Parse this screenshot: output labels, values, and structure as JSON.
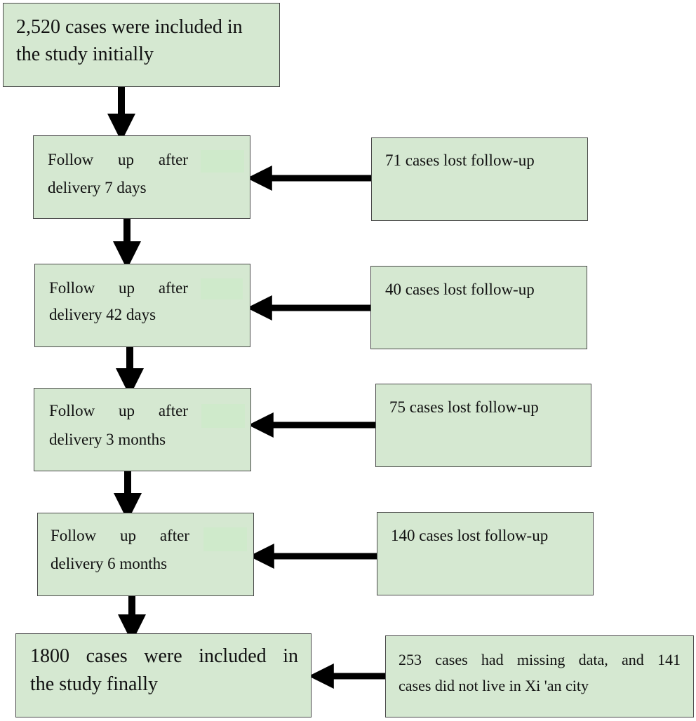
{
  "start_box": {
    "line1": "2,520 cases were included in",
    "line2": "the study initially"
  },
  "steps": [
    {
      "w1": "Follow",
      "w2": "up",
      "w3": "after",
      "line2": "delivery 7 days",
      "loss": "71 cases lost follow-up"
    },
    {
      "w1": "Follow",
      "w2": "up",
      "w3": "after",
      "line2": "delivery 42 days",
      "loss": "40 cases lost follow-up"
    },
    {
      "w1": "Follow",
      "w2": "up",
      "w3": "after",
      "line2": "delivery 3 months",
      "loss": "75 cases lost follow-up"
    },
    {
      "w1": "Follow",
      "w2": "up",
      "w3": "after",
      "line2": "delivery 6 months",
      "loss": "140 cases lost follow-up"
    }
  ],
  "final_box": {
    "w1": "1800",
    "w2": "cases",
    "w3": "were",
    "w4": "included",
    "w5": "in",
    "line2": "the study finally"
  },
  "exclusion_box": {
    "w1": "253",
    "w2": "cases",
    "w3": "had",
    "w4": "missing",
    "w5": "data,",
    "w6": "and",
    "w7": "141",
    "line2": "cases did not live in Xi 'an city"
  },
  "colors": {
    "box_fill": "#d5e8d1",
    "box_border": "#4a4a4a",
    "arrow": "#000000"
  }
}
